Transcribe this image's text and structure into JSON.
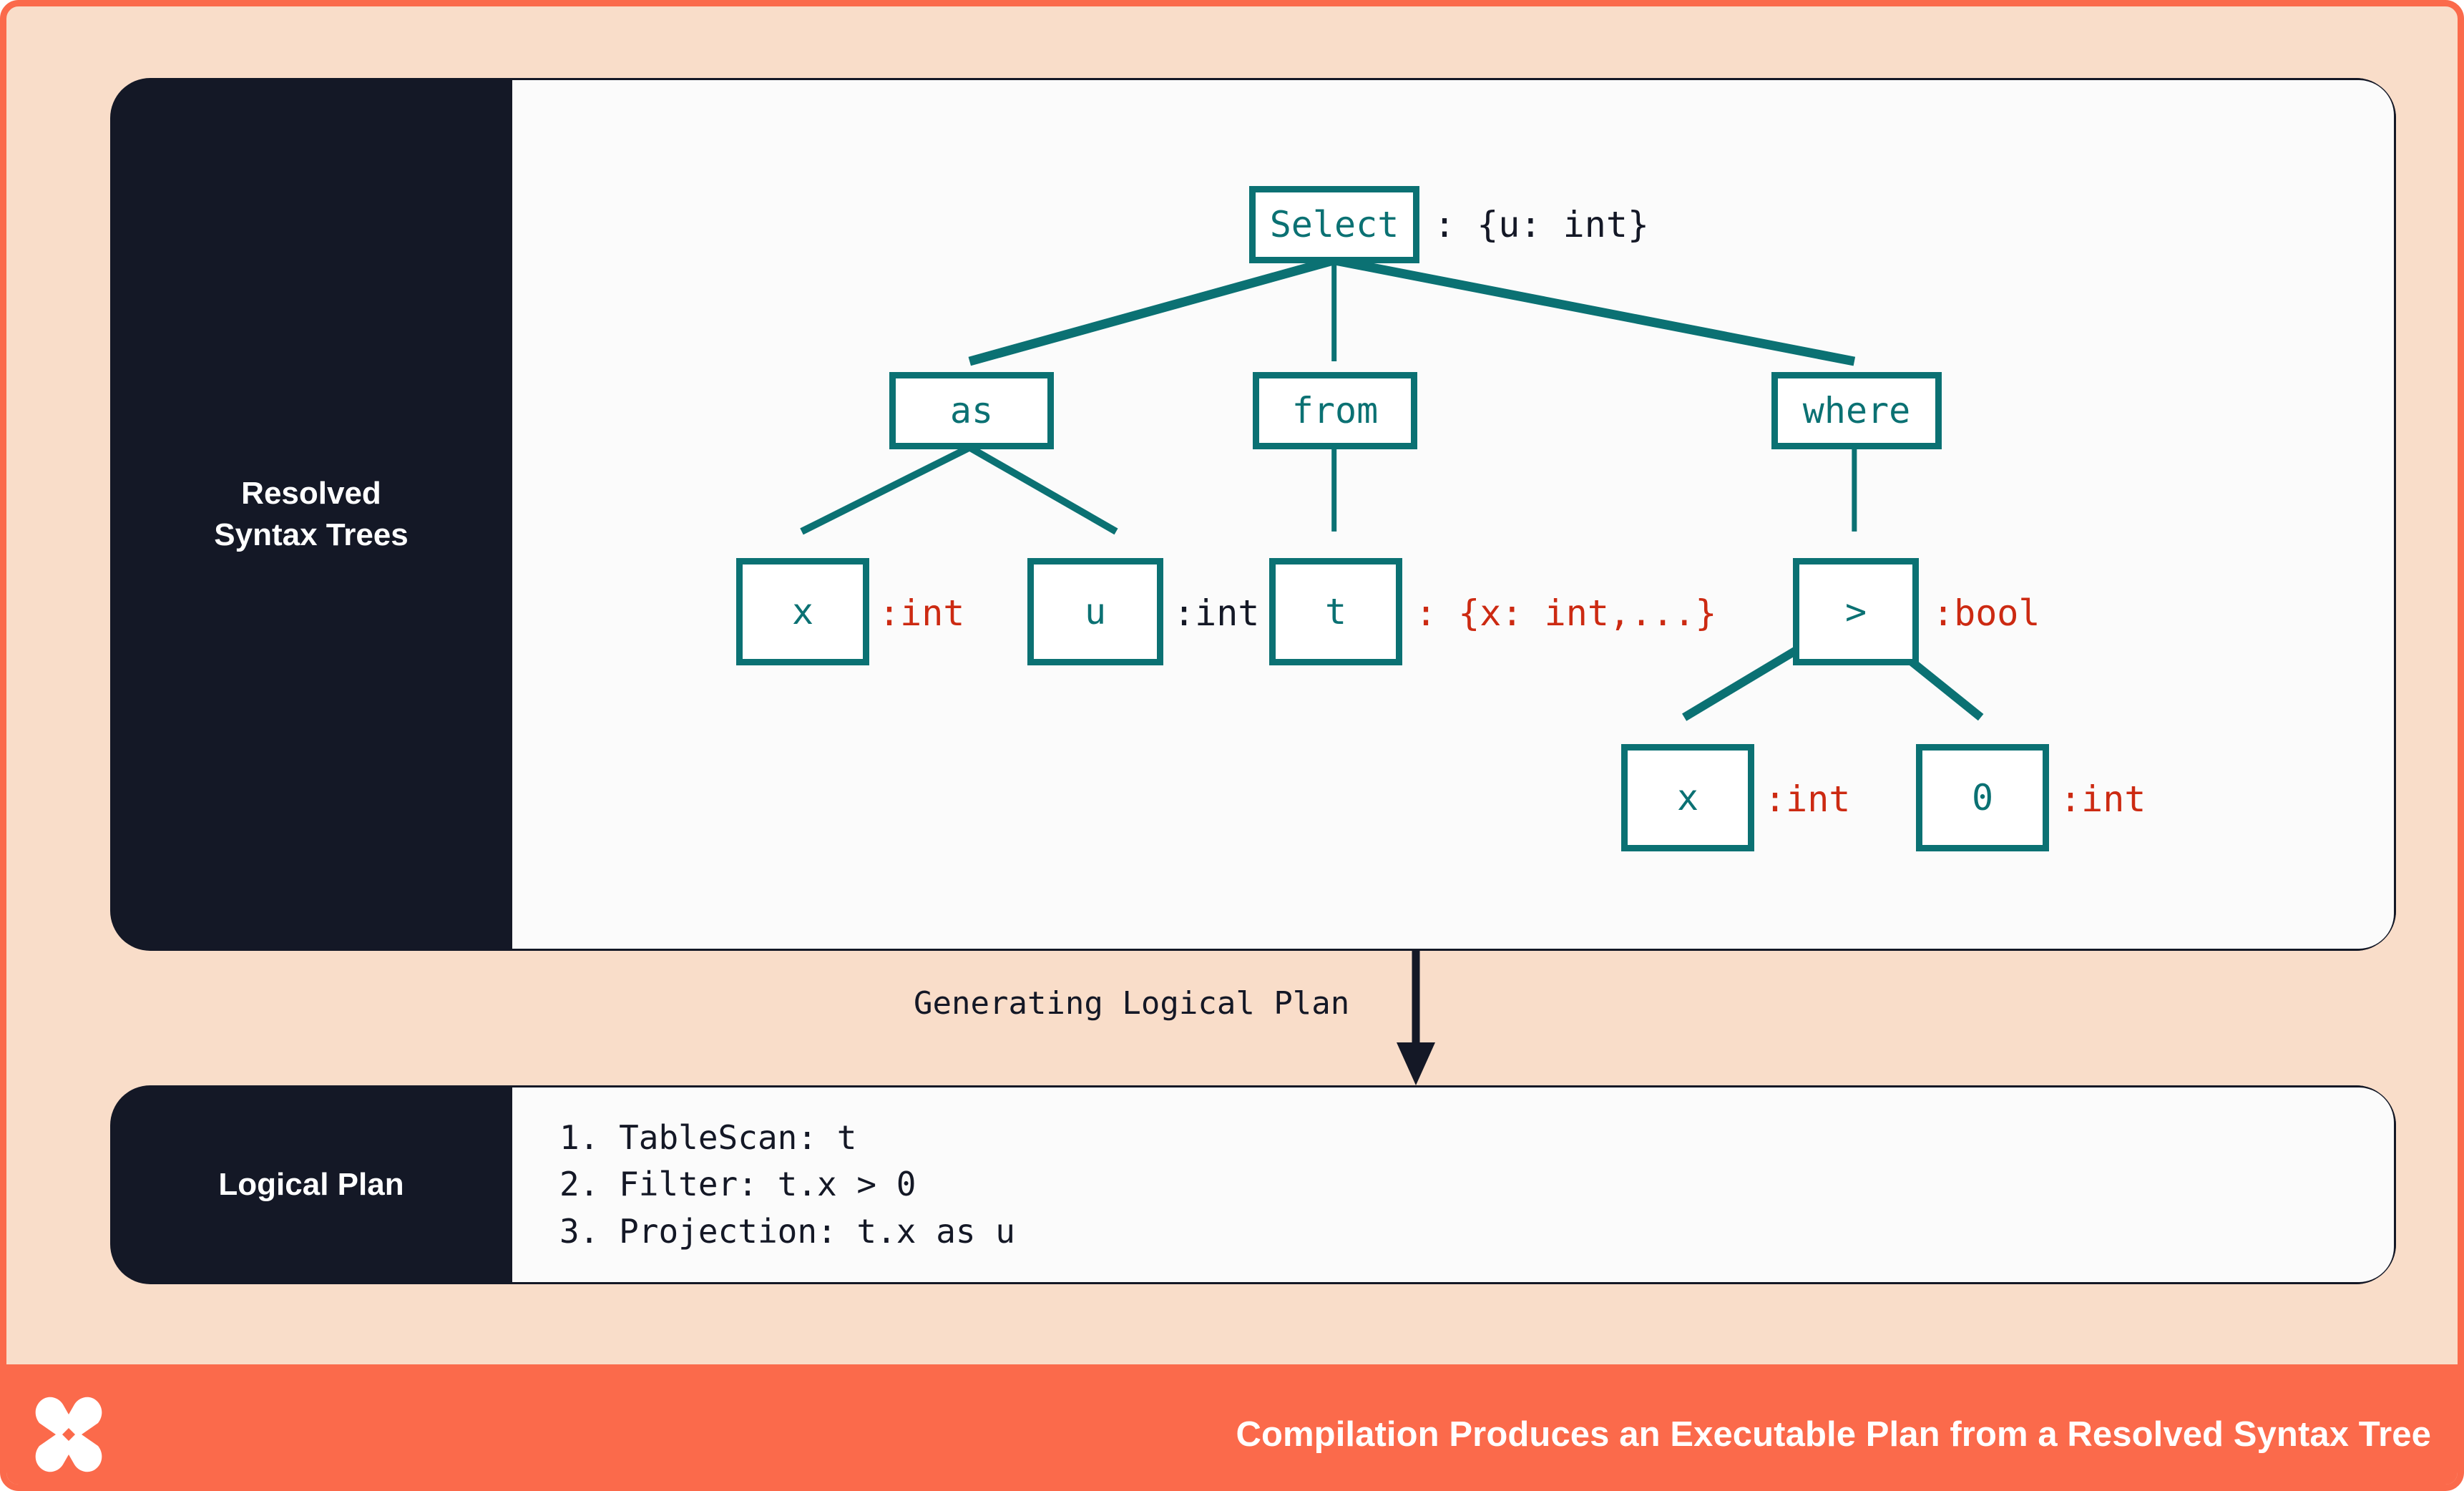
{
  "theme": {
    "frame_border": "#fb6a4b",
    "background": "#f9ddc9",
    "panel_dark": "#141826",
    "panel_light": "#fbfbfb",
    "node_stroke": "#0b7173",
    "annotation_red": "#cc2a12",
    "annotation_dark": "#141826",
    "footer_bg": "#fb6a4b"
  },
  "sections": {
    "resolved_syntax_trees": {
      "label_line1": "Resolved",
      "label_line2": "Syntax Trees"
    },
    "logical_plan": {
      "label": "Logical Plan",
      "steps": [
        "1. TableScan: t",
        "2. Filter: t.x > 0",
        "3. Projection: t.x as u"
      ]
    }
  },
  "connector": {
    "label": "Generating Logical Plan",
    "arrow_icon": "arrow-down-icon"
  },
  "tree": {
    "nodes": [
      {
        "id": "select",
        "label": "Select",
        "annotation": ": {u: int}",
        "annotation_color": "dark"
      },
      {
        "id": "as",
        "label": "as",
        "annotation": "",
        "annotation_color": "dark"
      },
      {
        "id": "from",
        "label": "from",
        "annotation": "",
        "annotation_color": "dark"
      },
      {
        "id": "where",
        "label": "where",
        "annotation": "",
        "annotation_color": "dark"
      },
      {
        "id": "as-x",
        "label": "x",
        "annotation": ":int",
        "annotation_color": "red"
      },
      {
        "id": "as-u",
        "label": "u",
        "annotation": ":int",
        "annotation_color": "dark"
      },
      {
        "id": "from-t",
        "label": "t",
        "annotation": ": {x: int,...}",
        "annotation_color": "red"
      },
      {
        "id": "gt",
        "label": ">",
        "annotation": ":bool",
        "annotation_color": "red"
      },
      {
        "id": "gt-x",
        "label": "x",
        "annotation": ":int",
        "annotation_color": "red"
      },
      {
        "id": "gt-0",
        "label": "0",
        "annotation": ":int",
        "annotation_color": "red"
      }
    ],
    "edges": [
      [
        "select",
        "as"
      ],
      [
        "select",
        "from"
      ],
      [
        "select",
        "where"
      ],
      [
        "as",
        "as-x"
      ],
      [
        "as",
        "as-u"
      ],
      [
        "from",
        "from-t"
      ],
      [
        "where",
        "gt"
      ],
      [
        "gt",
        "gt-x"
      ],
      [
        "gt",
        "gt-0"
      ]
    ]
  },
  "footer": {
    "caption": "Compilation Produces an Executable Plan from a Resolved Syntax Tree",
    "logo_icon": "butterfly-x-logo-icon"
  }
}
